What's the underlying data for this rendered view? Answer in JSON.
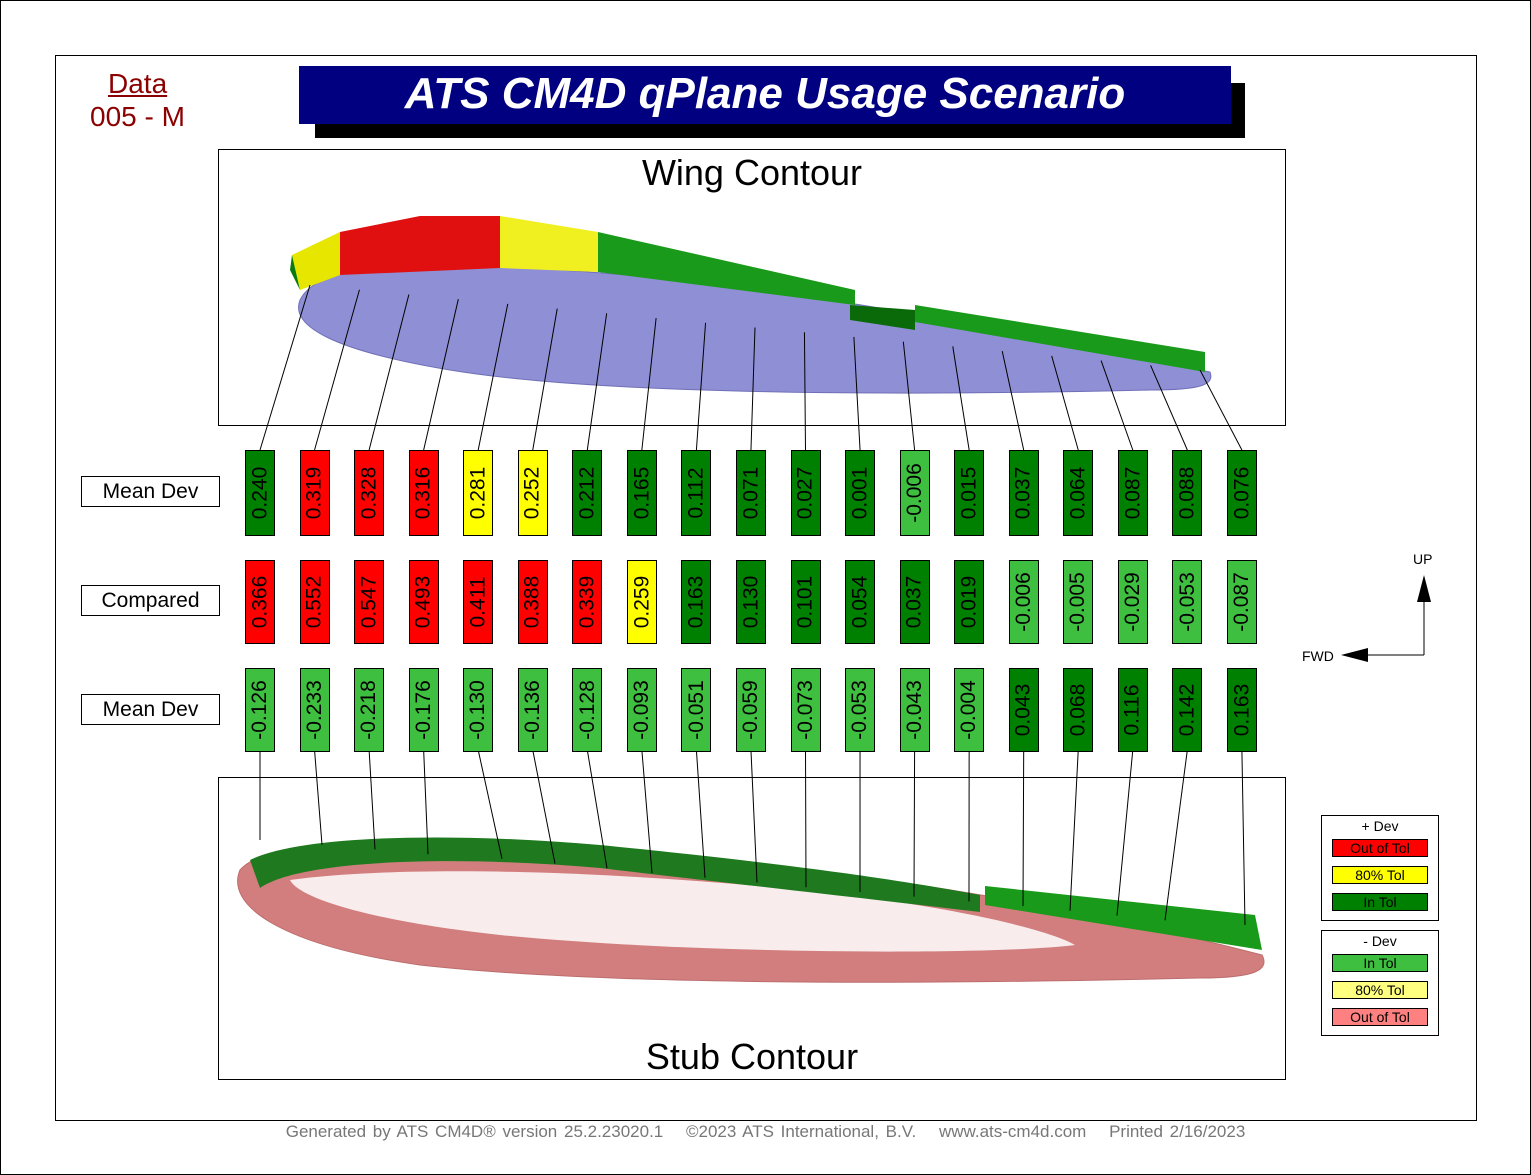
{
  "header": {
    "data_link": "Data",
    "data_id": "005 - M",
    "title": "ATS CM4D  qPlane Usage Scenario"
  },
  "panels": {
    "top": "Wing Contour",
    "bottom": "Stub Contour"
  },
  "row_labels": [
    "Mean Dev",
    "Compared",
    "Mean Dev"
  ],
  "colors": {
    "out": "#ff0000",
    "warn": "#ffff00",
    "in": "#008000",
    "neg_in": "#3fbf3f",
    "neg_warn": "#ffff80",
    "neg_out": "#ff8080"
  },
  "rows": [
    {
      "values": [
        "0.240",
        "0.319",
        "0.328",
        "0.316",
        "0.281",
        "0.252",
        "0.212",
        "0.165",
        "0.112",
        "0.071",
        "0.027",
        "0.001",
        "-0.006",
        "0.015",
        "0.037",
        "0.064",
        "0.087",
        "0.088",
        "0.076"
      ],
      "status": [
        "in",
        "out",
        "out",
        "out",
        "warn",
        "warn",
        "in",
        "in",
        "in",
        "in",
        "in",
        "in",
        "neg_in",
        "in",
        "in",
        "in",
        "in",
        "in",
        "in"
      ]
    },
    {
      "values": [
        "0.366",
        "0.552",
        "0.547",
        "0.493",
        "0.411",
        "0.388",
        "0.339",
        "0.259",
        "0.163",
        "0.130",
        "0.101",
        "0.054",
        "0.037",
        "0.019",
        "-0.006",
        "-0.005",
        "-0.029",
        "-0.053",
        "-0.087"
      ],
      "status": [
        "out",
        "out",
        "out",
        "out",
        "out",
        "out",
        "out",
        "warn",
        "in",
        "in",
        "in",
        "in",
        "in",
        "in",
        "neg_in",
        "neg_in",
        "neg_in",
        "neg_in",
        "neg_in"
      ]
    },
    {
      "values": [
        "-0.126",
        "-0.233",
        "-0.218",
        "-0.176",
        "-0.130",
        "-0.136",
        "-0.128",
        "-0.093",
        "-0.051",
        "-0.059",
        "-0.073",
        "-0.053",
        "-0.043",
        "-0.004",
        "0.043",
        "0.068",
        "0.116",
        "0.142",
        "0.163"
      ],
      "status": [
        "neg_in",
        "neg_in",
        "neg_in",
        "neg_in",
        "neg_in",
        "neg_in",
        "neg_in",
        "neg_in",
        "neg_in",
        "neg_in",
        "neg_in",
        "neg_in",
        "neg_in",
        "neg_in",
        "in",
        "in",
        "in",
        "in",
        "in"
      ]
    }
  ],
  "axes": {
    "up": "UP",
    "fwd": "FWD"
  },
  "legend_plus": {
    "title": "+ Dev",
    "items": [
      "Out of Tol",
      "80% Tol",
      "In Tol"
    ]
  },
  "legend_minus": {
    "title": "- Dev",
    "items": [
      "In Tol",
      "80% Tol",
      "Out of Tol"
    ]
  },
  "footer": {
    "generated": "Generated by ATS CM4D® version 25.2.23020.1",
    "copyright": "©2023 ATS International, B.V.",
    "url": "www.ats-cm4d.com",
    "printed": "Printed 2/16/2023"
  }
}
